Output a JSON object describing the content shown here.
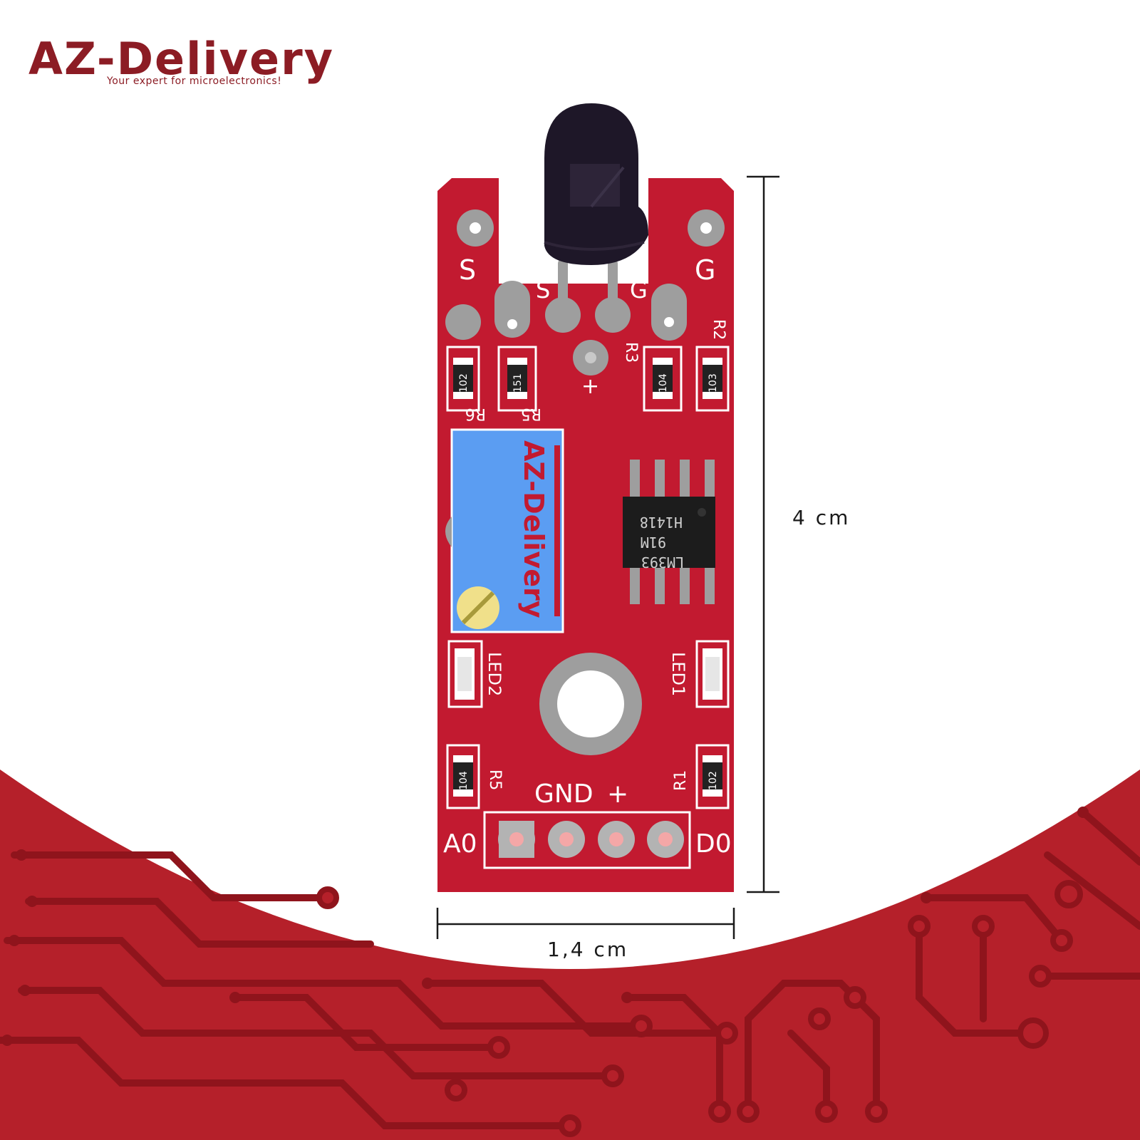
{
  "brand": {
    "name": "AZ-Delivery",
    "tagline": "Your expert for microelectronics!"
  },
  "dimensions": {
    "height_label": "4 cm",
    "width_label": "1,4 cm"
  },
  "board": {
    "top_labels": {
      "left_s": "S",
      "right_g": "G",
      "inner_s": "S",
      "inner_g": "G",
      "plus": "+"
    },
    "resistors": [
      {
        "ref": "R6",
        "code": "102"
      },
      {
        "ref": "R5",
        "code": "151"
      },
      {
        "ref": "R3",
        "code": "104"
      },
      {
        "ref": "R2",
        "code": "103"
      },
      {
        "ref": "R5",
        "code": "104"
      },
      {
        "ref": "R1",
        "code": "102"
      }
    ],
    "chip": {
      "line1": "H1418",
      "line2": "91M",
      "line3": "LM393"
    },
    "potentiometer_brand": "AZ-Delivery",
    "leds": [
      {
        "ref": "LED2"
      },
      {
        "ref": "LED1"
      }
    ],
    "header": {
      "gnd_label": "GND",
      "plus_label": "+",
      "left_label": "A0",
      "right_label": "D0"
    }
  },
  "colors": {
    "pcb_red": "#c21a30",
    "footer_red": "#b5202a",
    "trace_dark": "#8f141c",
    "pot_blue": "#5b9df2",
    "pad_gray": "#9e9e9e",
    "brand": "#8c1c24"
  }
}
